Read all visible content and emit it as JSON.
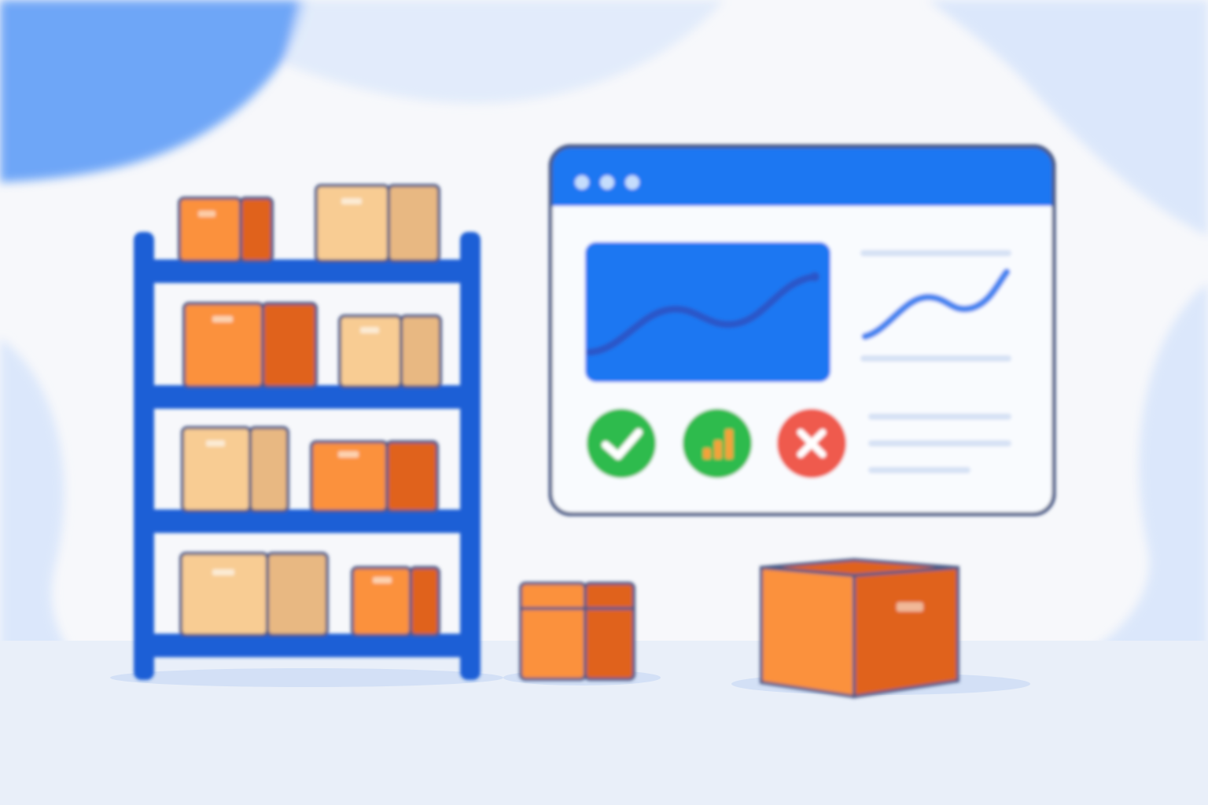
{
  "illustration": {
    "subject": "warehouse-inventory-dashboard",
    "colors": {
      "background": "#f7f8fb",
      "blob_dark": "#6ea6f7",
      "blob_light": "#dbe7fb",
      "floor": "#e9eff9",
      "shelf_blue": "#1a5fd6",
      "window_blue": "#1a77f2",
      "outline": "#4a5a86",
      "box_orange": "#fb913d",
      "box_orange_dark": "#e0621b",
      "box_tan": "#f8cc93",
      "box_tan_dark": "#e8b882",
      "status_ok": "#2dbb4e",
      "status_error": "#ef5a4e",
      "chart_line": "#2a57c9"
    }
  },
  "window": {
    "titlebar_icons": [
      "dot-icon",
      "dot-icon",
      "dot-icon"
    ],
    "status_icons": [
      {
        "name": "check-circle-icon",
        "state": "success"
      },
      {
        "name": "bar-chart-circle-icon",
        "state": "success"
      },
      {
        "name": "close-circle-icon",
        "state": "error"
      }
    ]
  }
}
